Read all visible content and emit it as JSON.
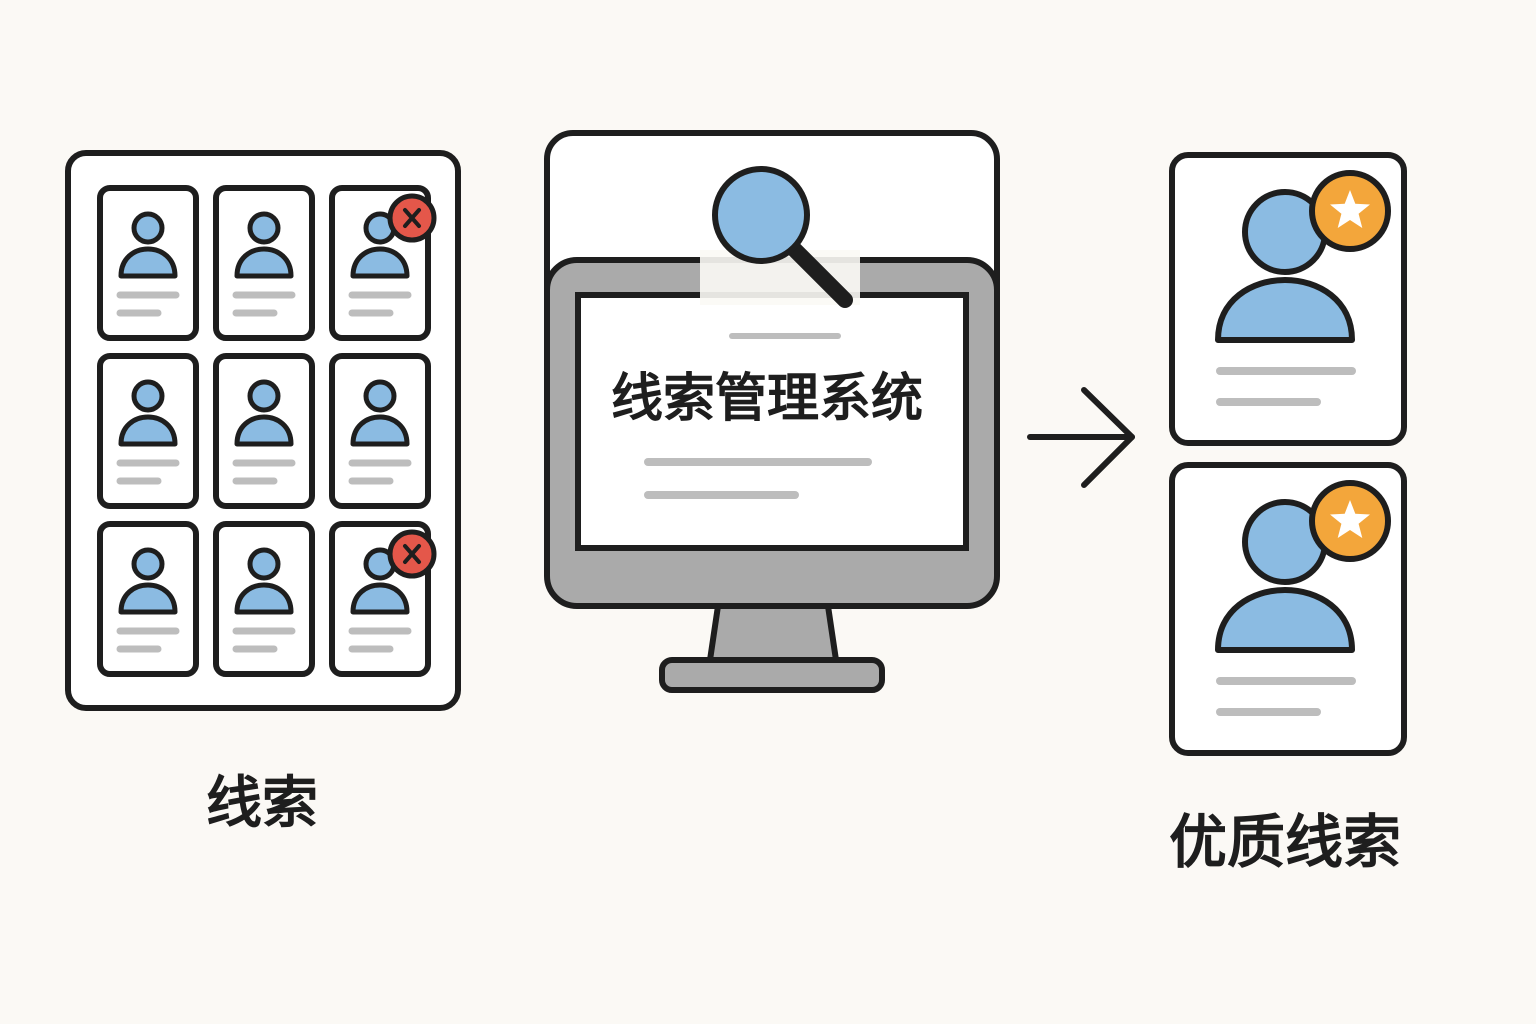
{
  "leads": {
    "label": "线索",
    "cards": [
      {
        "status": "normal"
      },
      {
        "status": "normal"
      },
      {
        "status": "rejected"
      },
      {
        "status": "normal"
      },
      {
        "status": "normal"
      },
      {
        "status": "normal"
      },
      {
        "status": "normal"
      },
      {
        "status": "normal"
      },
      {
        "status": "rejected"
      }
    ]
  },
  "system": {
    "title": "线索管理系统",
    "icon": "magnifier-icon"
  },
  "quality_leads": {
    "label": "优质线索",
    "cards": [
      {
        "status": "starred"
      },
      {
        "status": "starred"
      }
    ]
  },
  "colors": {
    "outline": "#1e1e1e",
    "person_blue": "#8bbbe2",
    "line_gray": "#bdbdbd",
    "reject_red": "#e4574a",
    "star_orange": "#f3a63b",
    "monitor_gray": "#aaaaaa"
  }
}
